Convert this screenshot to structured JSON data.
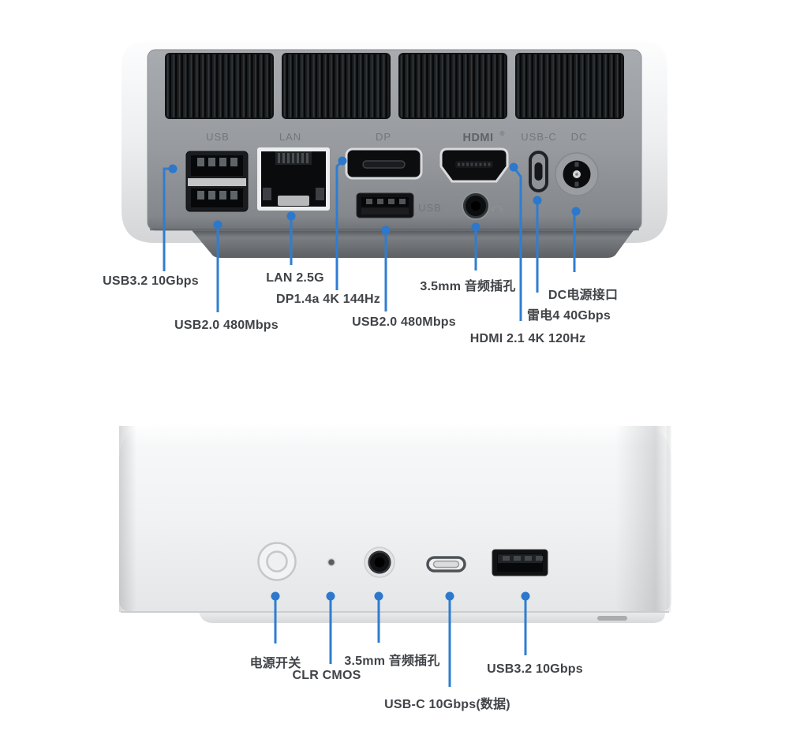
{
  "colors": {
    "accent_blue": "#2F7DD1",
    "device_silver": "#f1f2f3",
    "panel_gray": "#9a9da1",
    "port_black": "#0c0d0f",
    "callout_text": "#404347",
    "port_label_text": "#73767a"
  },
  "back_view": {
    "name": "rear-panel-view",
    "port_labels": {
      "usb": "USB",
      "lan": "LAN",
      "dp": "DP",
      "hdmi": "HDMI",
      "hdmi_reg": "®",
      "usb_c": "USB-C",
      "dc": "DC",
      "usb_row2": "USB"
    },
    "callouts": [
      {
        "id": "usb32",
        "label": "USB3.2 10Gbps"
      },
      {
        "id": "usb20-left",
        "label": "USB2.0 480Mbps"
      },
      {
        "id": "lan",
        "label": "LAN 2.5G"
      },
      {
        "id": "dp",
        "label": "DP1.4a 4K 144Hz"
      },
      {
        "id": "usb20-right",
        "label": "USB2.0 480Mbps"
      },
      {
        "id": "audio",
        "label": "3.5mm 音频插孔"
      },
      {
        "id": "hdmi",
        "label": "HDMI 2.1 4K 120Hz"
      },
      {
        "id": "thunderbolt4",
        "label": "雷电4 40Gbps"
      },
      {
        "id": "dc",
        "label": "DC电源接口"
      }
    ]
  },
  "front_view": {
    "name": "front-panel-view",
    "callouts": [
      {
        "id": "power",
        "label": "电源开关"
      },
      {
        "id": "clr-cmos",
        "label": "CLR CMOS"
      },
      {
        "id": "audio",
        "label": "3.5mm 音频插孔"
      },
      {
        "id": "usb-c-data",
        "label": "USB-C 10Gbps(数据)"
      },
      {
        "id": "usb32",
        "label": "USB3.2 10Gbps"
      }
    ]
  }
}
